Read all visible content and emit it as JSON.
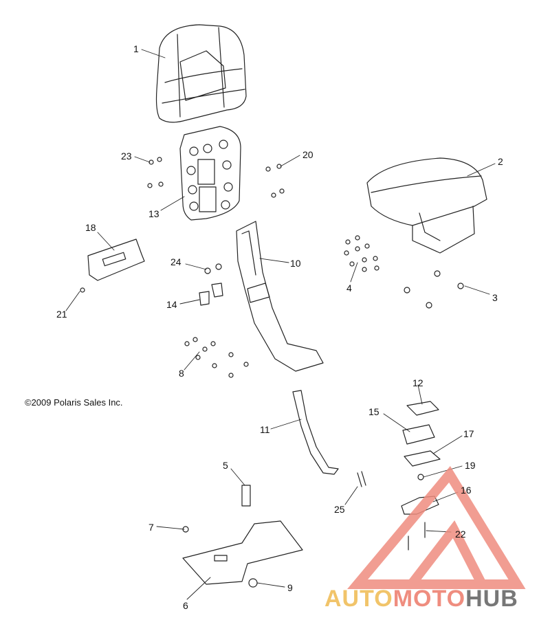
{
  "copyright": "©2009 Polaris Sales Inc.",
  "watermark": {
    "part1": "AUTO",
    "part2": "MOTO",
    "part3": "HUB"
  },
  "colors": {
    "line": "#222222",
    "watermark_red": "#ef8d7f",
    "watermark_yellow": "#f1c46a",
    "watermark_gray": "#777777"
  },
  "callouts": [
    "1",
    "2",
    "3",
    "4",
    "5",
    "6",
    "7",
    "8",
    "9",
    "10",
    "11",
    "12",
    "13",
    "14",
    "15",
    "16",
    "17",
    "19",
    "20",
    "21",
    "22",
    "23",
    "24",
    "25",
    "18"
  ]
}
